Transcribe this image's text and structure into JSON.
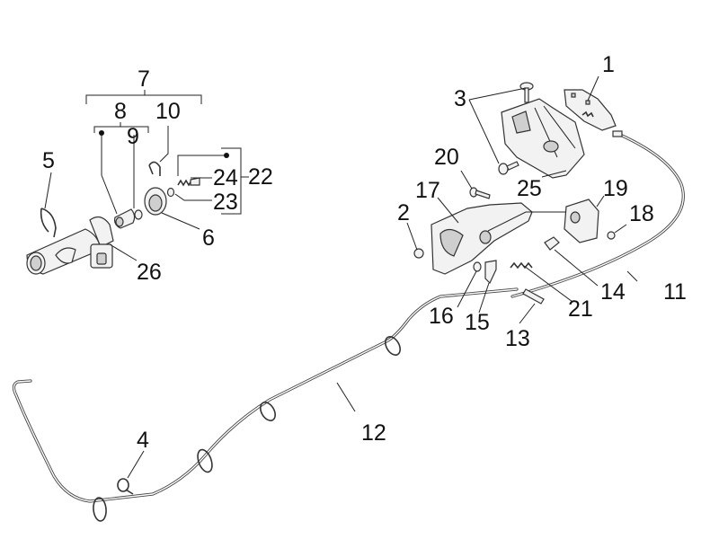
{
  "diagram": {
    "type": "exploded-parts-diagram",
    "subject": "seat lock / latch assembly with release cables",
    "callouts": [
      {
        "id": "1",
        "label": "1",
        "part": "latch plate"
      },
      {
        "id": "2",
        "label": "2",
        "part": "nut"
      },
      {
        "id": "3",
        "label": "3",
        "part": "screws"
      },
      {
        "id": "4",
        "label": "4",
        "part": "cable clip"
      },
      {
        "id": "5",
        "label": "5",
        "part": "spring clip"
      },
      {
        "id": "6",
        "label": "6",
        "part": "lock ring"
      },
      {
        "id": "7",
        "label": "7",
        "part": "lock cylinder kit"
      },
      {
        "id": "8",
        "label": "8",
        "part": "cylinder sub-assembly"
      },
      {
        "id": "9",
        "label": "9",
        "part": "washer"
      },
      {
        "id": "10",
        "label": "10",
        "part": "retaining clip"
      },
      {
        "id": "11",
        "label": "11",
        "part": "upper release cable"
      },
      {
        "id": "12",
        "label": "12",
        "part": "long release cable"
      },
      {
        "id": "13",
        "label": "13",
        "part": "pin"
      },
      {
        "id": "14",
        "label": "14",
        "part": "cable end fitting"
      },
      {
        "id": "15",
        "label": "15",
        "part": "lever"
      },
      {
        "id": "16",
        "label": "16",
        "part": "bushing"
      },
      {
        "id": "17",
        "label": "17",
        "part": "mounting bracket"
      },
      {
        "id": "18",
        "label": "18",
        "part": "nut"
      },
      {
        "id": "19",
        "label": "19",
        "part": "actuator"
      },
      {
        "id": "20",
        "label": "20",
        "part": "bolt"
      },
      {
        "id": "21",
        "label": "21",
        "part": "spring"
      },
      {
        "id": "22",
        "label": "22",
        "part": "spring kit"
      },
      {
        "id": "23",
        "label": "23",
        "part": "o-ring"
      },
      {
        "id": "24",
        "label": "24",
        "part": "spring"
      },
      {
        "id": "25",
        "label": "25",
        "part": "latch housing"
      },
      {
        "id": "26",
        "label": "26",
        "part": "lock housing"
      }
    ]
  }
}
